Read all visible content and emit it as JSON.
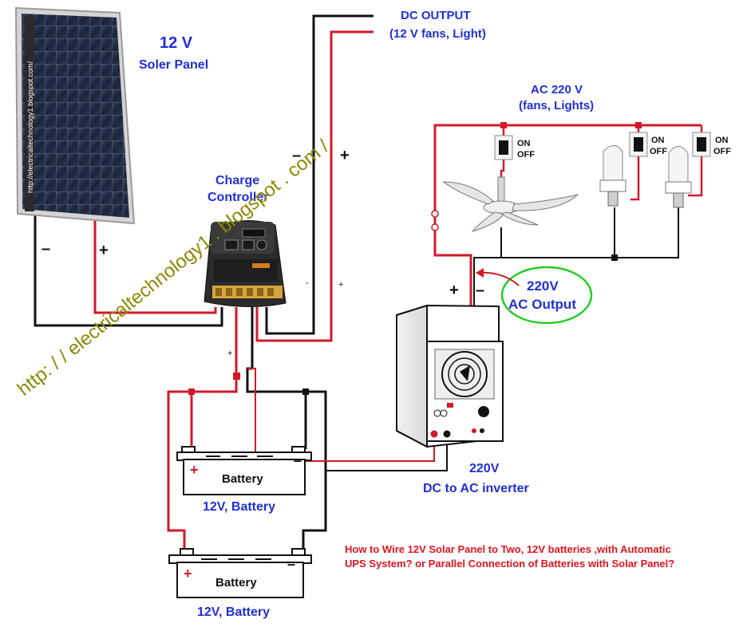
{
  "colors": {
    "wire_positive": "#d11a2a",
    "wire_negative": "#111111",
    "label_blue": "#1f2fd6",
    "caption_red": "#e0141e",
    "watermark_olive": "#8a8a00",
    "callout_green": "#22cc22",
    "panel_frame": "#c8c8c8",
    "panel_cell": "#1c2438",
    "controller_body": "#2a2a2a",
    "terminal_gold": "#d6a53b"
  },
  "icons": [
    "solar-panel-icon",
    "charge-controller-icon",
    "battery-icon",
    "inverter-icon",
    "ceiling-fan-icon",
    "cfl-bulb-icon",
    "switch-icon",
    "fuse-icon"
  ],
  "labels": {
    "panel_voltage": "12 V",
    "panel_name": "Soler Panel",
    "panel_side_url": "http://electricaltechnology1.blogspot.com/",
    "controller_line1": "Charge",
    "controller_line2": "Controller",
    "dc_output_title": "DC OUTPUT",
    "dc_output_sub": "(12 V fans, Light)",
    "ac_title": "AC 220 V",
    "ac_sub": "(fans, Lights)",
    "switch_on": "ON",
    "switch_off": "OFF",
    "callout_line1": "220V",
    "callout_line2": "AC Output",
    "inverter_line1": "220V",
    "inverter_line2": "DC to AC inverter",
    "battery_label": "Battery",
    "battery1_caption": "12V, Battery",
    "battery2_caption": "12V, Battery",
    "watermark": "http: / / electricaltechnology1 . blogspot . com /",
    "caption_line1": "How to Wire 12V Solar Panel to Two, 12V batteries ,with Automatic",
    "caption_line2": "UPS System? or Parallel Connection of Batteries with Solar Panel?"
  },
  "polarity": {
    "plus": "+",
    "minus": "-",
    "minus_long": "–"
  }
}
